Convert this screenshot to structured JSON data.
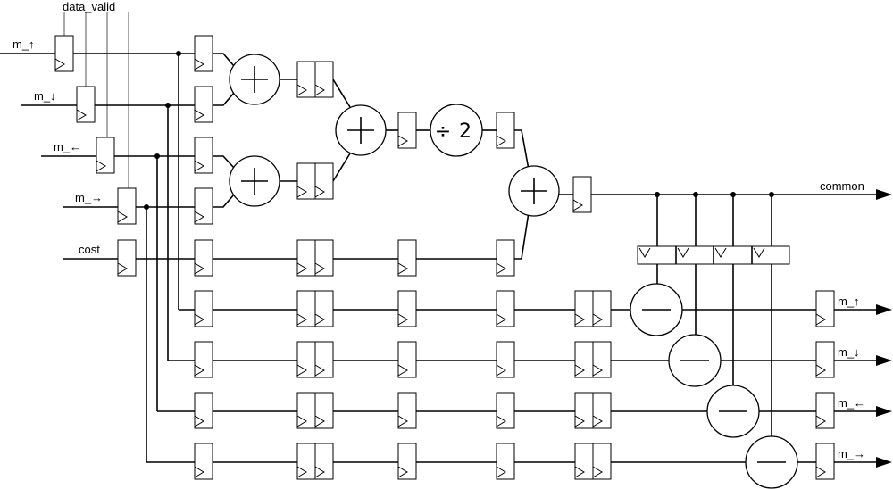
{
  "labels": {
    "data_valid": "data_valid",
    "in_up": "m_↑",
    "in_down": "m_↓",
    "in_left": "m_←",
    "in_right": "m_→",
    "in_cost": "cost",
    "out_common": "common",
    "out_up": "m_↑",
    "out_down": "m_↓",
    "out_left": "m_←",
    "out_right": "m_→",
    "div_const": "2"
  },
  "symbols": {
    "divide": "÷"
  },
  "colors": {
    "line": "#000000",
    "background": "#ffffff"
  }
}
